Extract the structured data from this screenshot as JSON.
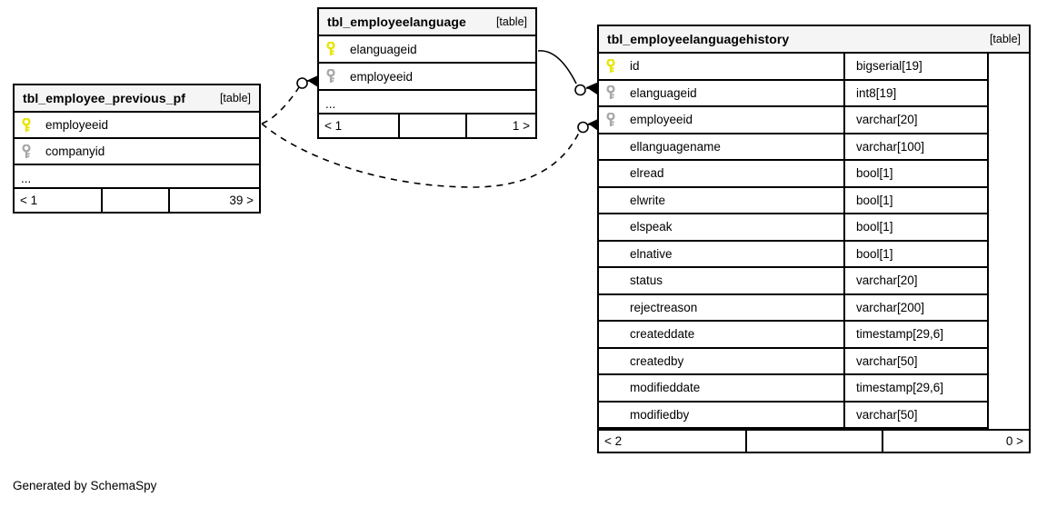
{
  "diagram": {
    "kind": "database-schema-erd",
    "footer_note": "Generated by SchemaSpy",
    "colors": {
      "primary_key": "#e8e400",
      "foreign_key": "#a8a8a8",
      "border": "#000000",
      "header_background": "#f5f5f5",
      "page_background": "#ffffff"
    }
  },
  "tables": [
    {
      "id": "tbl_employee_previous_pf",
      "title": "tbl_employee_previous_pf",
      "tag": "[table]",
      "has_type_column": false,
      "columns": [
        {
          "name": "employeeid",
          "key": "primary",
          "type": ""
        },
        {
          "name": "companyid",
          "key": "foreign",
          "type": ""
        }
      ],
      "ellipsis": "...",
      "footer": {
        "left": "< 1",
        "middle": "",
        "right": "39 >"
      }
    },
    {
      "id": "tbl_employeelanguage",
      "title": "tbl_employeelanguage",
      "tag": "[table]",
      "has_type_column": false,
      "columns": [
        {
          "name": "elanguageid",
          "key": "primary",
          "type": ""
        },
        {
          "name": "employeeid",
          "key": "foreign",
          "type": ""
        }
      ],
      "ellipsis": "...",
      "footer": {
        "left": "< 1",
        "middle": "",
        "right": "1 >"
      }
    },
    {
      "id": "tbl_employeelanguagehistory",
      "title": "tbl_employeelanguagehistory",
      "tag": "[table]",
      "has_type_column": true,
      "columns": [
        {
          "name": "id",
          "key": "primary",
          "type": "bigserial[19]"
        },
        {
          "name": "elanguageid",
          "key": "foreign",
          "type": "int8[19]"
        },
        {
          "name": "employeeid",
          "key": "foreign",
          "type": "varchar[20]"
        },
        {
          "name": "ellanguagename",
          "key": "none",
          "type": "varchar[100]"
        },
        {
          "name": "elread",
          "key": "none",
          "type": "bool[1]"
        },
        {
          "name": "elwrite",
          "key": "none",
          "type": "bool[1]"
        },
        {
          "name": "elspeak",
          "key": "none",
          "type": "bool[1]"
        },
        {
          "name": "elnative",
          "key": "none",
          "type": "bool[1]"
        },
        {
          "name": "status",
          "key": "none",
          "type": "varchar[20]"
        },
        {
          "name": "rejectreason",
          "key": "none",
          "type": "varchar[200]"
        },
        {
          "name": "createddate",
          "key": "none",
          "type": "timestamp[29,6]"
        },
        {
          "name": "createdby",
          "key": "none",
          "type": "varchar[50]"
        },
        {
          "name": "modifieddate",
          "key": "none",
          "type": "timestamp[29,6]"
        },
        {
          "name": "modifiedby",
          "key": "none",
          "type": "varchar[50]"
        }
      ],
      "ellipsis": "",
      "footer": {
        "left": "< 2",
        "middle": "",
        "right": "0 >"
      }
    }
  ],
  "relationships": [
    {
      "id": "rel-previous-pf-to-employeelanguage",
      "from": "tbl_employee_previous_pf.employeeid",
      "to": "tbl_employeelanguage.employeeid",
      "style": "dashed",
      "source_marker": "none",
      "target_marker": "zero-or-more-arrow"
    },
    {
      "id": "rel-previous-pf-to-history",
      "from": "tbl_employee_previous_pf.employeeid",
      "to": "tbl_employeelanguagehistory.employeeid",
      "style": "dashed",
      "source_marker": "none",
      "target_marker": "zero-or-more-arrow"
    },
    {
      "id": "rel-employeelanguage-to-history",
      "from": "tbl_employeelanguage.elanguageid",
      "to": "tbl_employeelanguagehistory.elanguageid",
      "style": "solid",
      "source_marker": "none",
      "target_marker": "zero-or-more-arrow"
    }
  ]
}
